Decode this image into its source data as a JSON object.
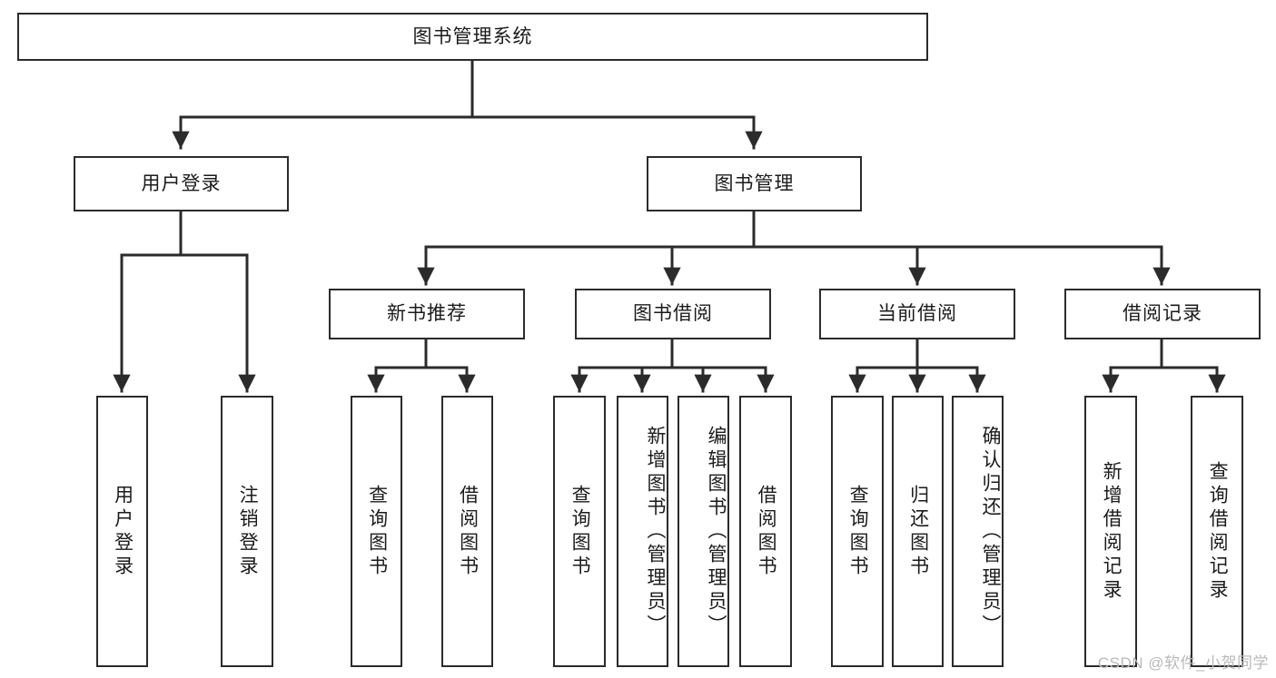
{
  "diagram": {
    "type": "tree",
    "title": "图书管理系统",
    "root": {
      "label": "图书管理系统"
    },
    "level2": [
      {
        "label": "用户登录"
      },
      {
        "label": "图书管理"
      }
    ],
    "level3": [
      {
        "label": "新书推荐"
      },
      {
        "label": "图书借阅"
      },
      {
        "label": "当前借阅"
      },
      {
        "label": "借阅记录"
      }
    ],
    "leaves": {
      "user_login": [
        {
          "label": "用户登录"
        },
        {
          "label": "注销登录"
        }
      ],
      "new_book_recommend": [
        {
          "label": "查询图书"
        },
        {
          "label": "借阅图书"
        }
      ],
      "book_borrow": [
        {
          "label": "查询图书"
        },
        {
          "label": "新增图书（管理员）"
        },
        {
          "label": "编辑图书（管理员）"
        },
        {
          "label": "借阅图书"
        }
      ],
      "current_borrow": [
        {
          "label": "查询图书"
        },
        {
          "label": "归还图书"
        },
        {
          "label": "确认归还（管理员）"
        }
      ],
      "borrow_record": [
        {
          "label": "新增借阅记录"
        },
        {
          "label": "查询借阅记录"
        }
      ]
    }
  },
  "watermark": {
    "text": "CSDN @软件_小贺同学"
  },
  "colors": {
    "box_border": "#2b2b2b",
    "box_fill": "#ffffff",
    "connector": "#2b2b2b",
    "text": "#1b1b1b",
    "watermark": "#b9b9b9",
    "background": "#ffffff"
  }
}
